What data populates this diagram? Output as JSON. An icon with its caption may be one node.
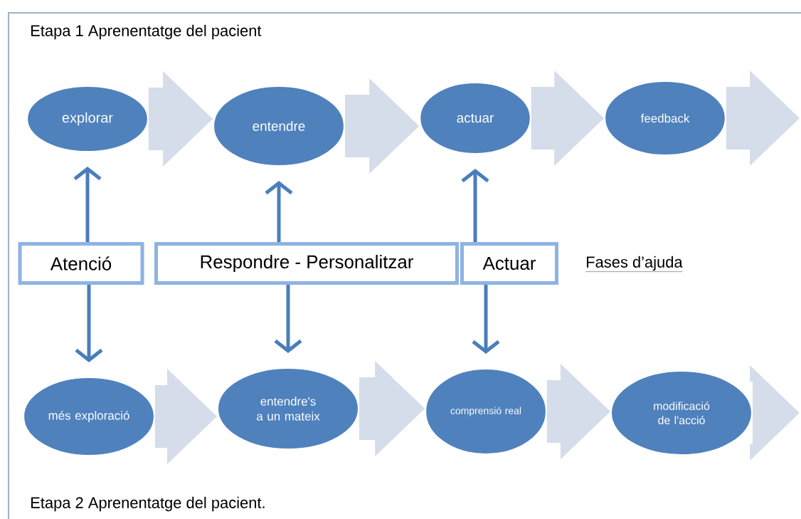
{
  "diagram": {
    "nodes": [
      {
        "text": [
          "explorar"
        ]
      },
      {
        "text": [
          "entendre"
        ]
      },
      {
        "text": [
          "actuar"
        ]
      },
      {
        "text": [
          "feedback"
        ]
      },
      {
        "text": [
          "Atenció"
        ]
      },
      {
        "text": [
          "Respondre - Personalitzar"
        ]
      },
      {
        "text": [
          "Actuar"
        ]
      },
      {
        "text": [
          "més exploració"
        ]
      },
      {
        "text": [
          "entendre's a un mateix"
        ]
      },
      {
        "text": [
          "comprensió real"
        ]
      },
      {
        "text": [
          "modificació de l'acció"
        ]
      }
    ],
    "edges": [
      {
        "from": 0,
        "to": 1,
        "arrow": "to",
        "style": "thick",
        "color": "#d5dcea"
      },
      {
        "from": 1,
        "to": 2,
        "arrow": "to",
        "style": "thick",
        "color": "#d5dcea"
      },
      {
        "from": 2,
        "to": 3,
        "arrow": "to",
        "style": "thick",
        "color": "#d5dcea"
      },
      {
        "from": 3,
        "to": null,
        "arrow": "to",
        "style": "thick",
        "color": "#d5dcea"
      },
      {
        "from": 4,
        "to": 0,
        "arrow": "to",
        "color": "#4a7ebb"
      },
      {
        "from": 4,
        "to": 7,
        "arrow": "to",
        "color": "#4a7ebb"
      },
      {
        "from": 5,
        "to": 1,
        "arrow": "to",
        "color": "#4a7ebb"
      },
      {
        "from": 5,
        "to": 8,
        "arrow": "to",
        "color": "#4a7ebb"
      },
      {
        "from": 6,
        "to": 2,
        "arrow": "to",
        "color": "#4a7ebb"
      },
      {
        "from": 6,
        "to": 9,
        "arrow": "to",
        "color": "#4a7ebb"
      },
      {
        "from": 7,
        "to": 8,
        "arrow": "to",
        "style": "thick",
        "color": "#d5dcea"
      },
      {
        "from": 8,
        "to": 9,
        "arrow": "to",
        "style": "thick",
        "color": "#d5dcea"
      },
      {
        "from": 9,
        "to": 10,
        "arrow": "to",
        "style": "thick",
        "color": "#d5dcea"
      },
      {
        "from": 10,
        "to": null,
        "arrow": "to",
        "style": "thick",
        "color": "#d5dcea"
      }
    ],
    "labels": [
      "Etapa 1 Aprenentatge del pacient",
      "Fases d’ajuda",
      "Etapa 2 Aprenentatge del pacient."
    ]
  }
}
